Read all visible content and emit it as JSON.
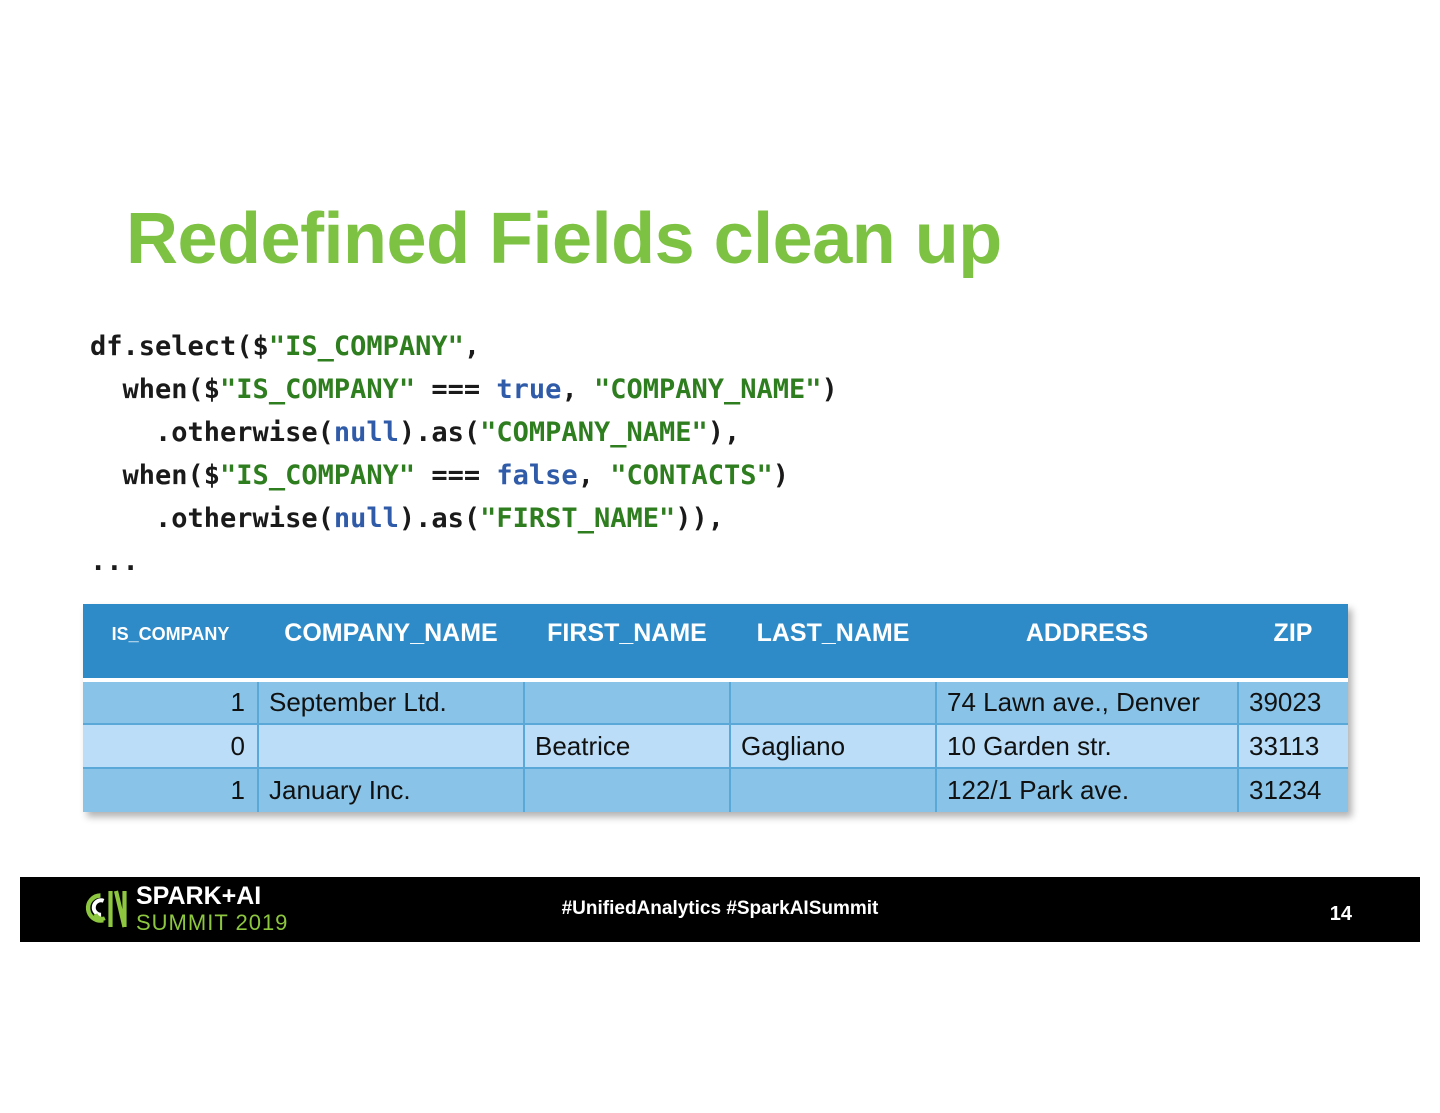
{
  "slide": {
    "title": "Redefined Fields clean up",
    "accent_green": "#7DC242",
    "table_header_blue": "#2E8BC8",
    "row_blue_dark": "#89C4E8",
    "row_blue_light": "#BBDDF7"
  },
  "code": {
    "language": "scala",
    "string_color": "#2E7D1E",
    "keyword_color": "#2F5BA8",
    "lines": [
      [
        {
          "t": "df.select($",
          "c": "plain"
        },
        {
          "t": "\"IS_COMPANY\"",
          "c": "string"
        },
        {
          "t": ",",
          "c": "plain"
        }
      ],
      [
        {
          "t": "  when($",
          "c": "plain"
        },
        {
          "t": "\"IS_COMPANY\"",
          "c": "string"
        },
        {
          "t": " === ",
          "c": "plain"
        },
        {
          "t": "true",
          "c": "keyword"
        },
        {
          "t": ", ",
          "c": "plain"
        },
        {
          "t": "\"COMPANY_NAME\"",
          "c": "string"
        },
        {
          "t": ")",
          "c": "plain"
        }
      ],
      [
        {
          "t": "    .otherwise(",
          "c": "plain"
        },
        {
          "t": "null",
          "c": "keyword"
        },
        {
          "t": ").as(",
          "c": "plain"
        },
        {
          "t": "\"COMPANY_NAME\"",
          "c": "string"
        },
        {
          "t": "),",
          "c": "plain"
        }
      ],
      [
        {
          "t": "  when($",
          "c": "plain"
        },
        {
          "t": "\"IS_COMPANY\"",
          "c": "string"
        },
        {
          "t": " === ",
          "c": "plain"
        },
        {
          "t": "false",
          "c": "keyword"
        },
        {
          "t": ", ",
          "c": "plain"
        },
        {
          "t": "\"CONTACTS\"",
          "c": "string"
        },
        {
          "t": ")",
          "c": "plain"
        }
      ],
      [
        {
          "t": "    .otherwise(",
          "c": "plain"
        },
        {
          "t": "null",
          "c": "keyword"
        },
        {
          "t": ").as(",
          "c": "plain"
        },
        {
          "t": "\"FIRST_NAME\"",
          "c": "string"
        },
        {
          "t": ")),",
          "c": "plain"
        }
      ],
      [
        {
          "t": "...",
          "c": "plain"
        }
      ]
    ]
  },
  "table": {
    "columns": [
      {
        "key": "is_company",
        "label": "IS_COMPANY",
        "align": "right",
        "small": true
      },
      {
        "key": "company_name",
        "label": "COMPANY_NAME",
        "align": "left",
        "small": false
      },
      {
        "key": "first_name",
        "label": "FIRST_NAME",
        "align": "left",
        "small": false
      },
      {
        "key": "last_name",
        "label": "LAST_NAME",
        "align": "left",
        "small": false
      },
      {
        "key": "address",
        "label": "ADDRESS",
        "align": "left",
        "small": false
      },
      {
        "key": "zip",
        "label": "ZIP",
        "align": "left",
        "small": false
      }
    ],
    "rows": [
      {
        "is_company": "1",
        "company_name": "September Ltd.",
        "first_name": "",
        "last_name": "",
        "address": "74 Lawn ave., Denver",
        "zip": "39023"
      },
      {
        "is_company": "0",
        "company_name": "",
        "first_name": "Beatrice",
        "last_name": "Gagliano",
        "address": "10 Garden str.",
        "zip": "33113"
      },
      {
        "is_company": "1",
        "company_name": "January Inc.",
        "first_name": "",
        "last_name": "",
        "address": "122/1 Park ave.",
        "zip": "31234"
      }
    ]
  },
  "footer": {
    "logo_line1": "SPARK+AI",
    "logo_line2": "SUMMIT 2019",
    "logo_icon": "spark-summit-swirl-icon",
    "hashtags": "#UnifiedAnalytics #SparkAISummit",
    "page_number": "14"
  }
}
